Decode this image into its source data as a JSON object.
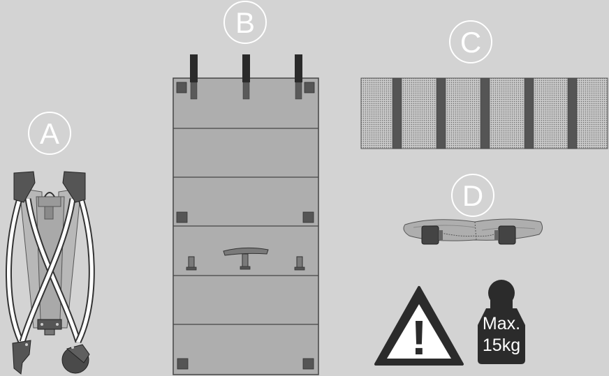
{
  "labels": {
    "a": "A",
    "b": "B",
    "c": "C",
    "d": "D"
  },
  "weight_sign": {
    "line1": "Max.",
    "line2": "15kg",
    "color": "#2b2b2b"
  },
  "warning_sign": {
    "symbol": "!",
    "color": "#2b2b2b"
  },
  "colors": {
    "background": "#d3d3d3",
    "panel": "#aeaeae",
    "outline": "#444444",
    "strap": "#2a2a2a",
    "accent": "#555555"
  }
}
